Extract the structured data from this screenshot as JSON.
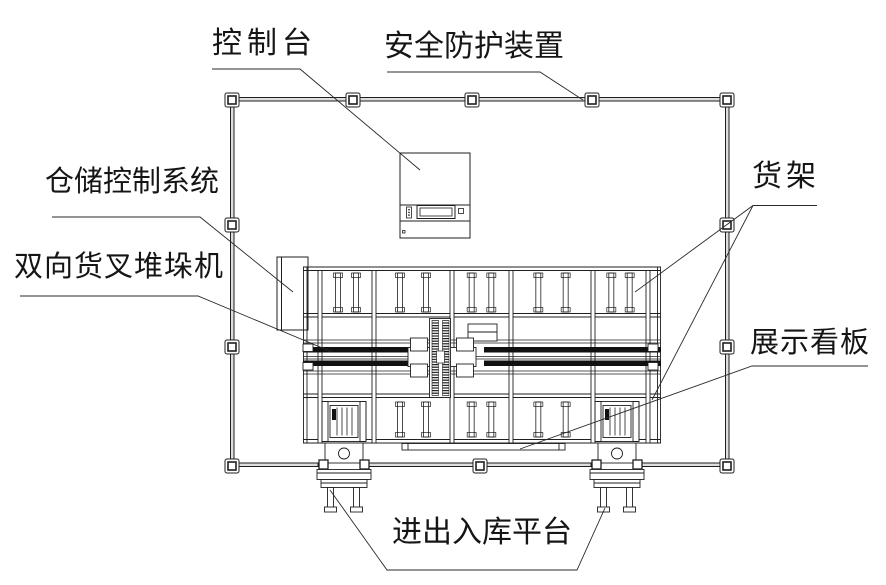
{
  "diagram": {
    "type": "engineering-plan-drawing",
    "background_color": "#ffffff",
    "line_color": "#1f1f1f",
    "callouts": [
      {
        "id": "control-console",
        "label": "控制台"
      },
      {
        "id": "safety-guard-device",
        "label": "安全防护装置"
      },
      {
        "id": "warehouse-control-system",
        "label": "仓储控制系统"
      },
      {
        "id": "bidirectional-fork-stacker",
        "label": "双向货叉堆垛机"
      },
      {
        "id": "storage-rack",
        "label": "货架"
      },
      {
        "id": "display-board",
        "label": "展示看板"
      },
      {
        "id": "inout-warehouse-platform",
        "label": "进出入库平台"
      }
    ]
  }
}
